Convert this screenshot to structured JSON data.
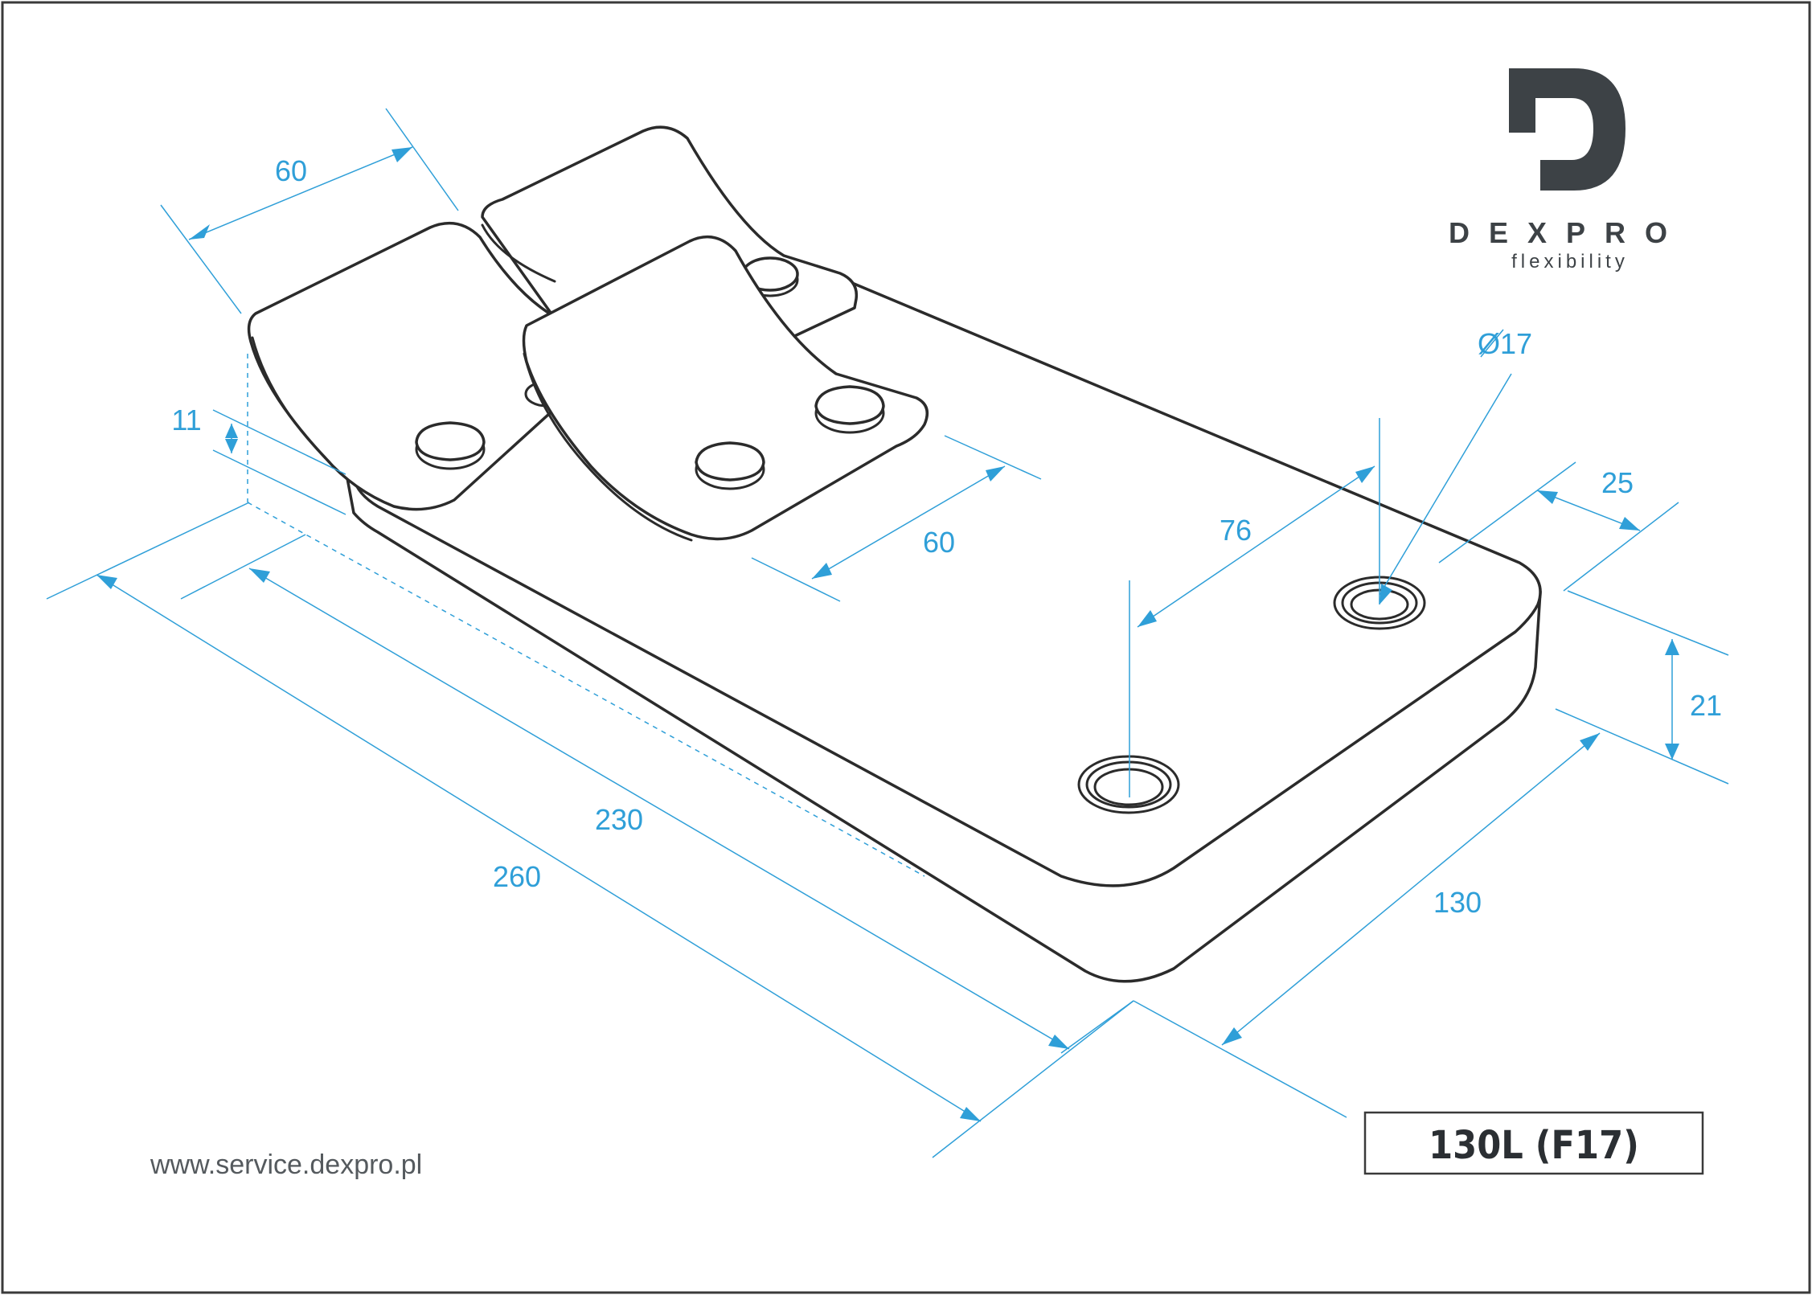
{
  "brand": {
    "logo_icon": "dexpro-d-logo-icon",
    "name": "DEXPRO",
    "tagline": "flexibility",
    "color": "#3d4246"
  },
  "dimension_color": "#2f9fd8",
  "dimensions": {
    "pad_width_top": "60",
    "pad_width_mid": "60",
    "pad_thickness": "11",
    "hole_diameter": "Ø17",
    "hole_spacing": "76",
    "hole_edge_offset": "25",
    "base_height": "21",
    "base_width": "130",
    "inner_length": "230",
    "total_length": "260"
  },
  "website": "www.service.dexpro.pl",
  "model": "130L (F17)"
}
